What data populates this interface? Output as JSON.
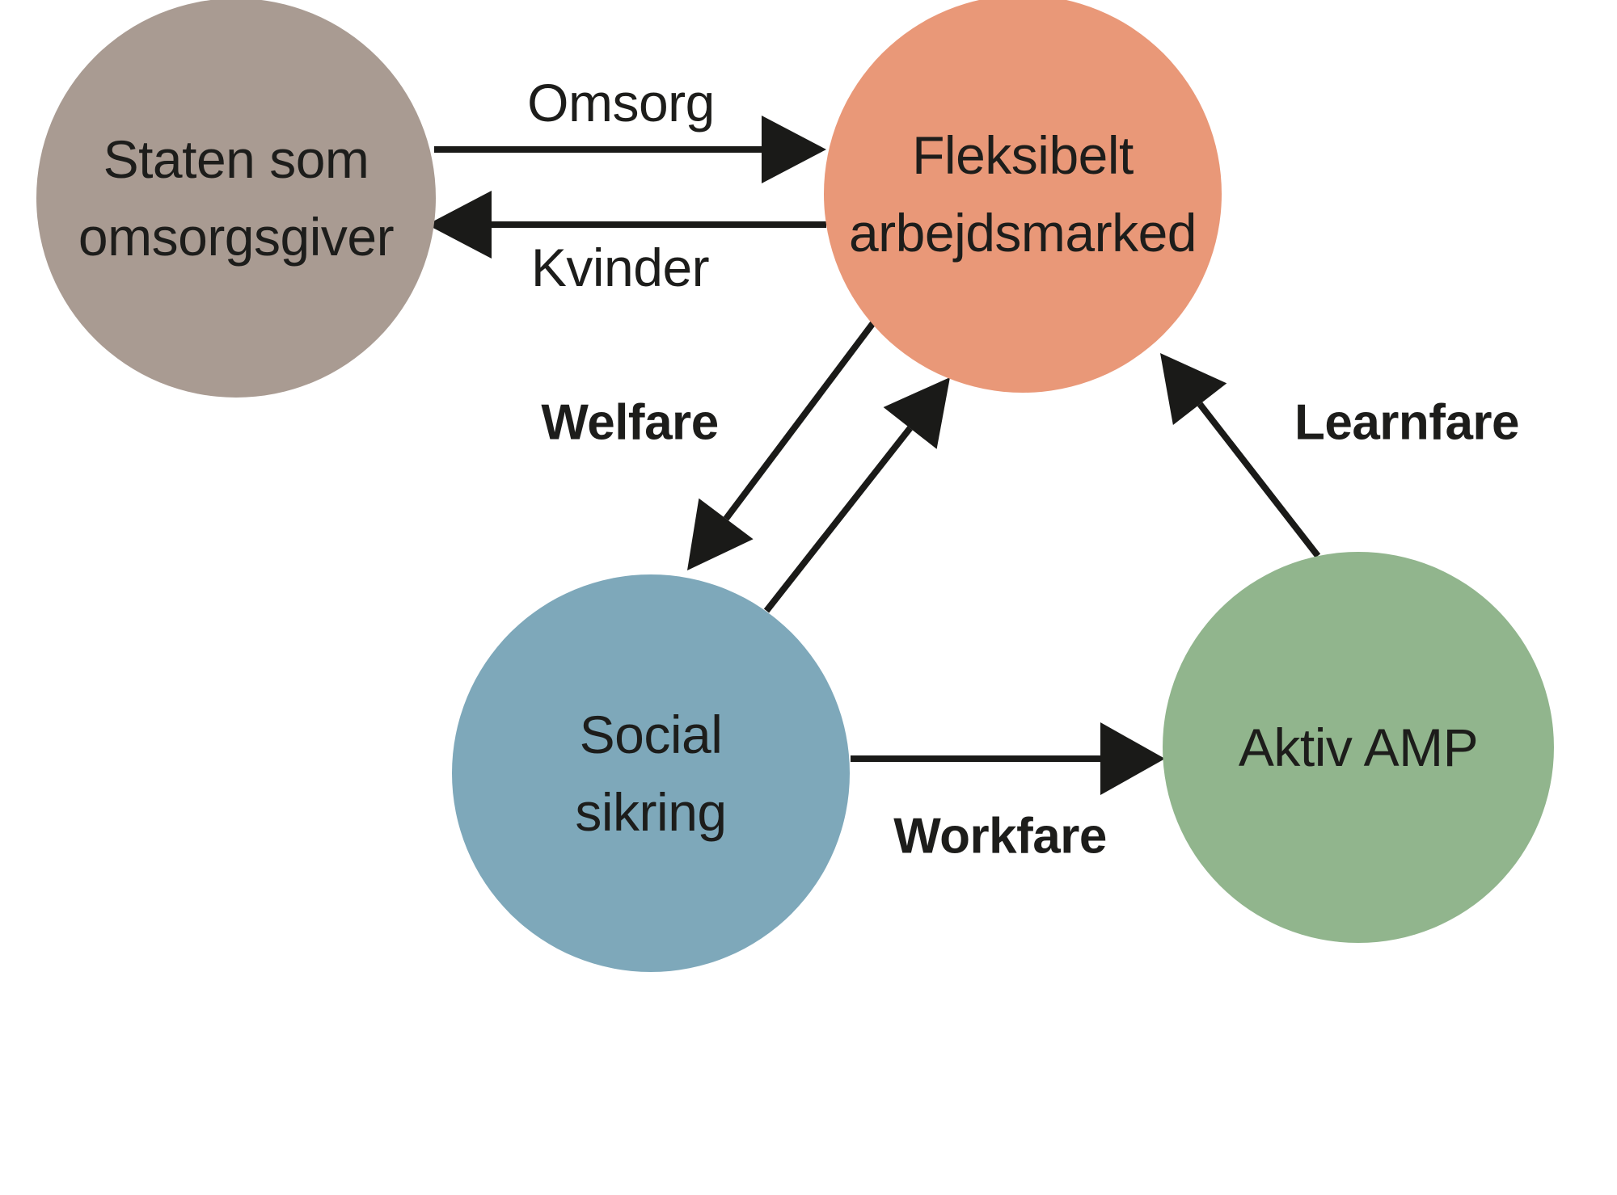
{
  "diagram": {
    "background_color": "#ffffff",
    "text_color": "#1d1d1b",
    "arrow_color": "#1a1a18"
  },
  "nodes": [
    {
      "id": "staten-som-omsorgsgiver",
      "label": "Staten som omsorgsgiver",
      "label_lines": [
        "Staten som",
        "omsorgsgiver"
      ],
      "color": "#a99b92",
      "shape": "circle"
    },
    {
      "id": "fleksibelt-arbejdsmarked",
      "label": "Fleksibelt arbejdsmarked",
      "label_lines": [
        "Fleksibelt",
        "arbejdsmarked"
      ],
      "color": "#e99878",
      "shape": "circle"
    },
    {
      "id": "social-sikring",
      "label": "Social sikring",
      "label_lines": [
        "Social",
        "sikring"
      ],
      "color": "#7ea8ba",
      "shape": "circle"
    },
    {
      "id": "aktiv-amp",
      "label": "Aktiv AMP",
      "label_lines": [
        "Aktiv AMP"
      ],
      "color": "#91b58d",
      "shape": "circle"
    }
  ],
  "edges": [
    {
      "id": "omsorg",
      "from": "staten-som-omsorgsgiver",
      "to": "fleksibelt-arbejdsmarked",
      "label": "Omsorg",
      "label_weight": "regular"
    },
    {
      "id": "kvinder",
      "from": "fleksibelt-arbejdsmarked",
      "to": "staten-som-omsorgsgiver",
      "label": "Kvinder",
      "label_weight": "regular"
    },
    {
      "id": "welfare",
      "from": "fleksibelt-arbejdsmarked",
      "to": "social-sikring",
      "label": "Welfare",
      "label_weight": "bold"
    },
    {
      "id": "welfare-return",
      "from": "social-sikring",
      "to": "fleksibelt-arbejdsmarked",
      "label": "",
      "label_weight": "none"
    },
    {
      "id": "learnfare",
      "from": "aktiv-amp",
      "to": "fleksibelt-arbejdsmarked",
      "label": "Learnfare",
      "label_weight": "bold"
    },
    {
      "id": "workfare",
      "from": "social-sikring",
      "to": "aktiv-amp",
      "label": "Workfare",
      "label_weight": "bold"
    }
  ]
}
